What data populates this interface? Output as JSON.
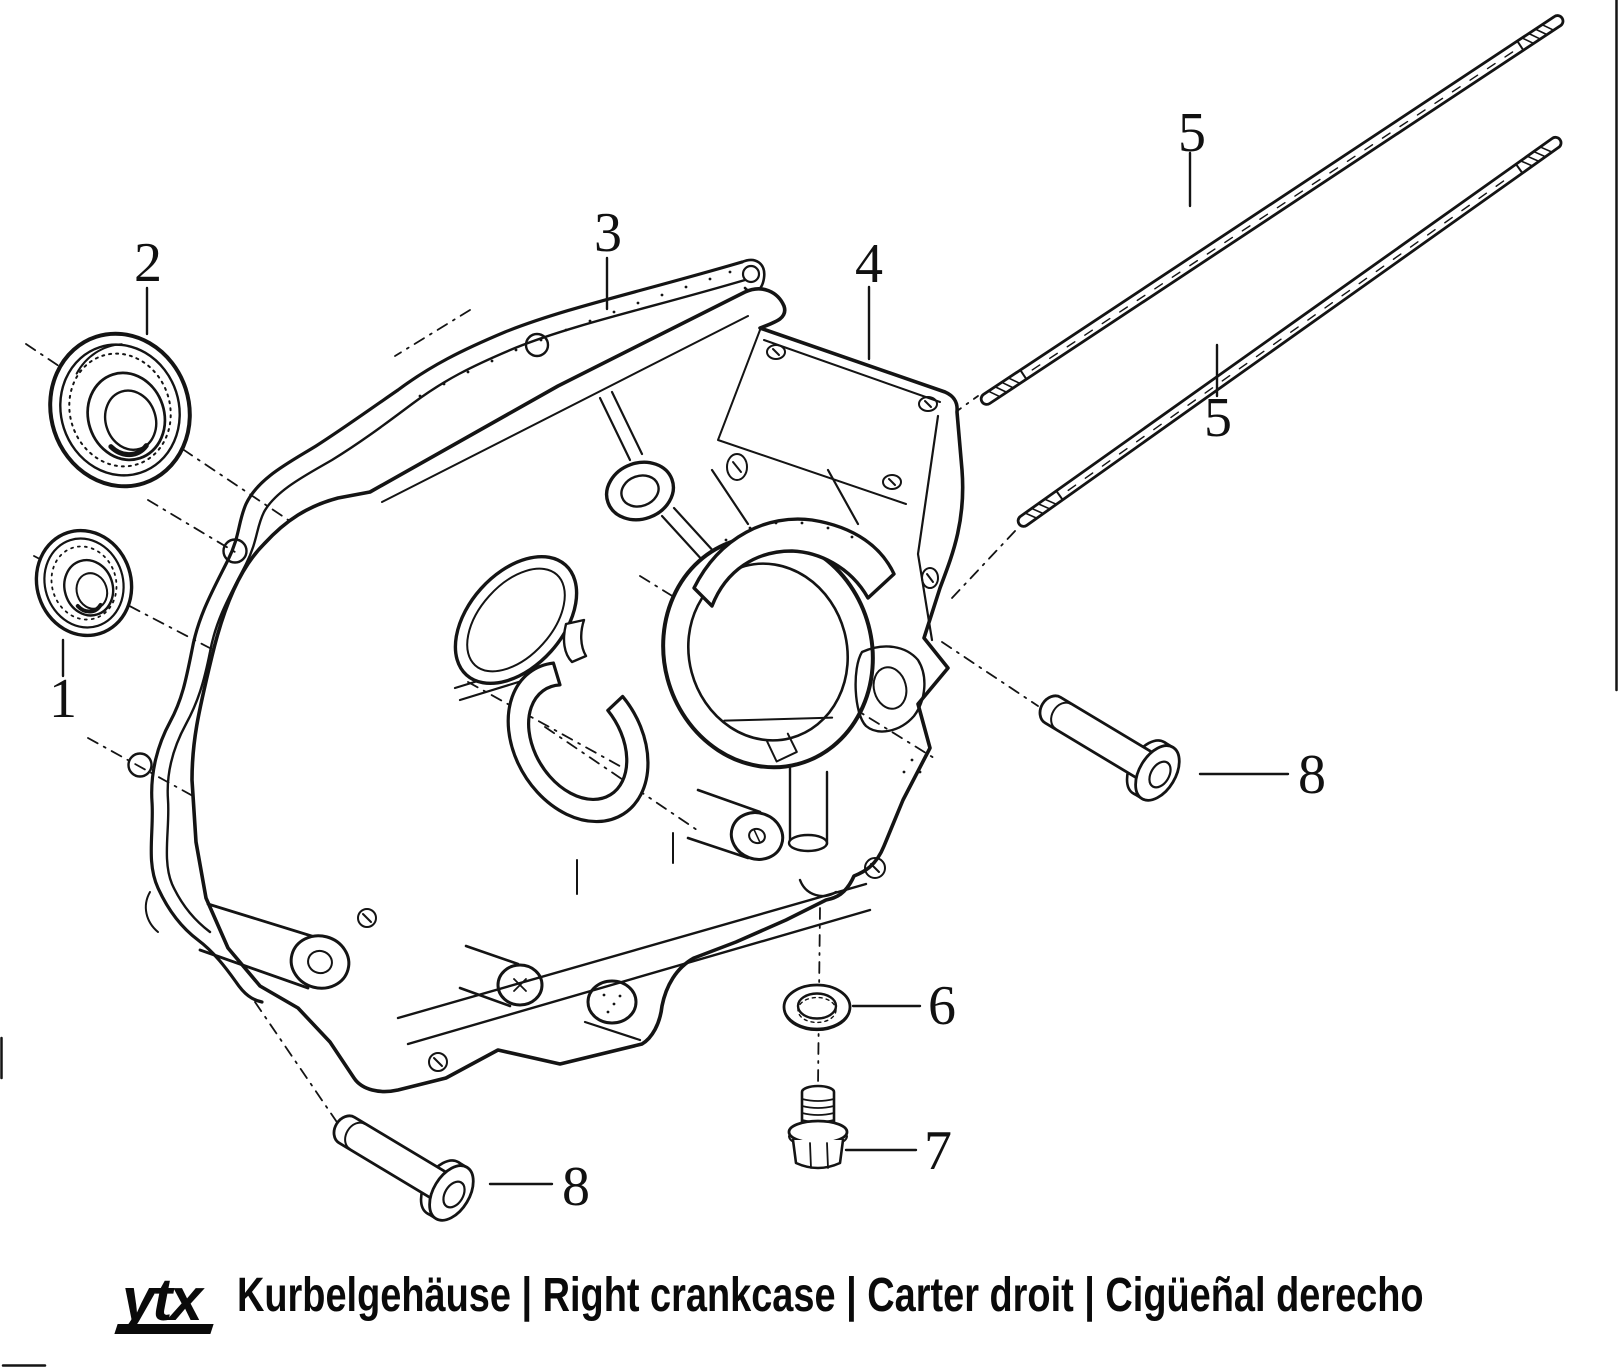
{
  "colors": {
    "ink": "#111111",
    "paper": "#ffffff"
  },
  "callouts": [
    {
      "id": "1",
      "label": "1"
    },
    {
      "id": "2",
      "label": "2"
    },
    {
      "id": "3",
      "label": "3"
    },
    {
      "id": "4",
      "label": "4"
    },
    {
      "id": "5a",
      "label": "5"
    },
    {
      "id": "5b",
      "label": "5"
    },
    {
      "id": "6",
      "label": "6"
    },
    {
      "id": "7",
      "label": "7"
    },
    {
      "id": "8a",
      "label": "8"
    },
    {
      "id": "8b",
      "label": "8"
    }
  ],
  "footer": {
    "brand": "ytx",
    "caption": "Kurbelgehäuse | Right crankcase | Carter droit | Cigüeñal derecho"
  }
}
